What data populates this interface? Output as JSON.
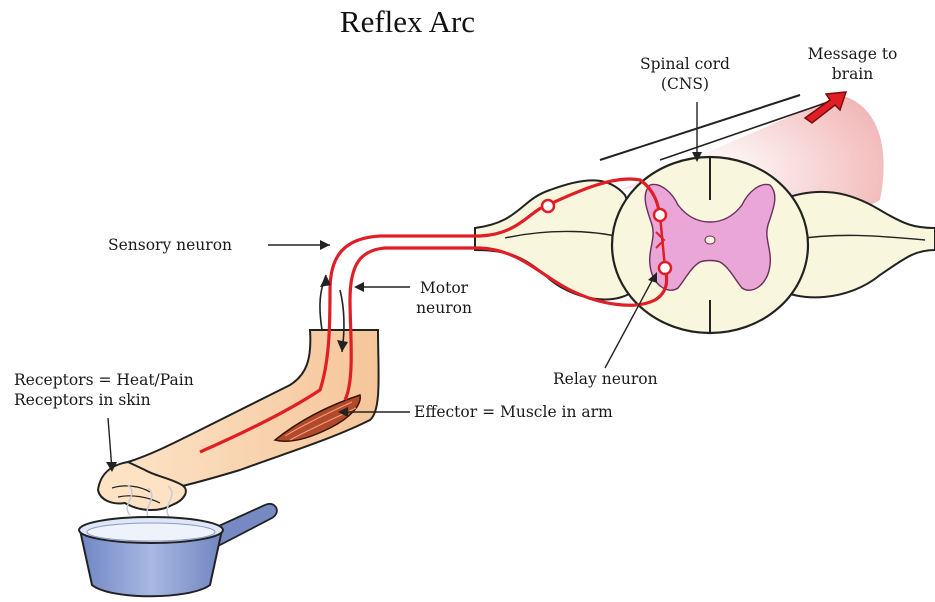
{
  "title": "Reflex Arc",
  "labels": {
    "spinal_cord": [
      "Spinal cord",
      "(CNS)"
    ],
    "message_to_brain": [
      "Message to",
      "brain"
    ],
    "sensory_neuron": "Sensory neuron",
    "motor_neuron": [
      "Motor",
      "neuron"
    ],
    "relay_neuron": "Relay neuron",
    "receptors": [
      "Receptors = Heat/Pain",
      "Receptors in skin"
    ],
    "effector": "Effector = Muscle in arm"
  },
  "colors": {
    "neuron": "#e01e26",
    "grey_matter": "#e9a6d6",
    "spinal_cord_fill": "#f8f6dc",
    "skin": "#fde3c4",
    "pan": "#8da1d3",
    "outline": "#222222"
  }
}
